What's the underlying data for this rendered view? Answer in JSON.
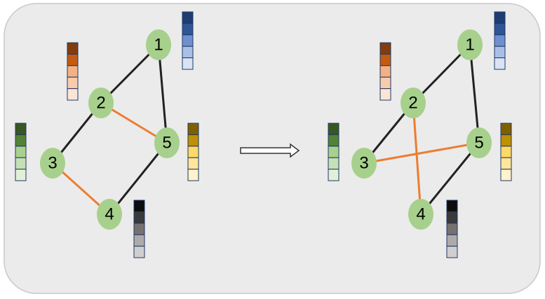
{
  "colors": {
    "panel_fill": "#ebebeb",
    "panel_stroke": "#c8c8c8",
    "node_fill": "#a7d08c",
    "edge_default": "#222222",
    "edge_highlight": "#ec7d31",
    "swatch_outline": "#1f3864",
    "arrow_fill": "#ffffff",
    "arrow_stroke": "#333333"
  },
  "palettes": {
    "blue": [
      "#1f3c74",
      "#2f5597",
      "#6f8fce",
      "#a9bfe6",
      "#dae3f4"
    ],
    "orange": [
      "#843c0c",
      "#c55a11",
      "#f4b183",
      "#f8cbad",
      "#fbe5d6"
    ],
    "green": [
      "#385723",
      "#548235",
      "#a9d18e",
      "#c5e0b4",
      "#e2f0d9"
    ],
    "gold": [
      "#7f6000",
      "#bf9000",
      "#ffd966",
      "#ffe699",
      "#fff2cc"
    ],
    "gray": [
      "#0d0d0d",
      "#3a3a3a",
      "#767171",
      "#aeaaaa",
      "#d0cece"
    ]
  },
  "graphs": [
    {
      "id": "before",
      "nodes": [
        {
          "id": "1",
          "label": "1",
          "palette": "blue"
        },
        {
          "id": "2",
          "label": "2",
          "palette": "orange"
        },
        {
          "id": "3",
          "label": "3",
          "palette": "green"
        },
        {
          "id": "4",
          "label": "4",
          "palette": "gray"
        },
        {
          "id": "5",
          "label": "5",
          "palette": "gold"
        }
      ],
      "edges": [
        {
          "from": "1",
          "to": "2",
          "highlight": false
        },
        {
          "from": "1",
          "to": "5",
          "highlight": false
        },
        {
          "from": "2",
          "to": "3",
          "highlight": false
        },
        {
          "from": "2",
          "to": "5",
          "highlight": true
        },
        {
          "from": "3",
          "to": "4",
          "highlight": true
        },
        {
          "from": "4",
          "to": "5",
          "highlight": false
        }
      ]
    },
    {
      "id": "after",
      "nodes": [
        {
          "id": "1",
          "label": "1",
          "palette": "blue"
        },
        {
          "id": "2",
          "label": "2",
          "palette": "orange"
        },
        {
          "id": "3",
          "label": "3",
          "palette": "green"
        },
        {
          "id": "4",
          "label": "4",
          "palette": "gray"
        },
        {
          "id": "5",
          "label": "5",
          "palette": "gold"
        }
      ],
      "edges": [
        {
          "from": "1",
          "to": "2",
          "highlight": false
        },
        {
          "from": "1",
          "to": "5",
          "highlight": false
        },
        {
          "from": "2",
          "to": "3",
          "highlight": false
        },
        {
          "from": "2",
          "to": "4",
          "highlight": true
        },
        {
          "from": "3",
          "to": "5",
          "highlight": true
        },
        {
          "from": "4",
          "to": "5",
          "highlight": false
        }
      ]
    }
  ],
  "arrow": {
    "direction": "right"
  }
}
